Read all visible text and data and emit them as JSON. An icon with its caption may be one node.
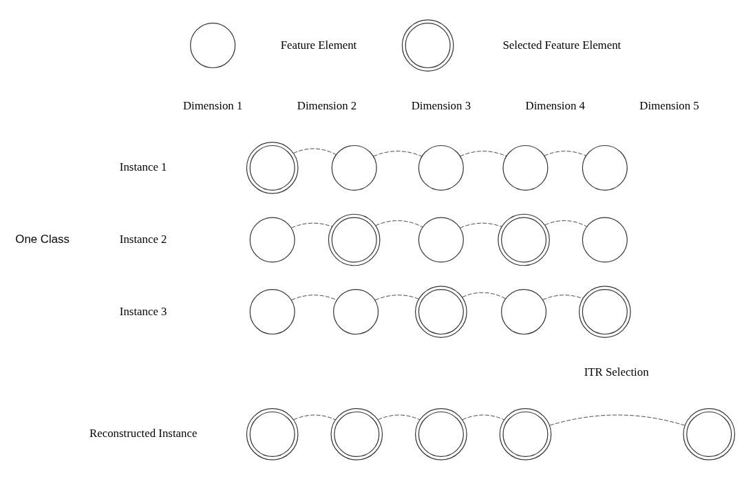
{
  "diagram": {
    "nodes": [
      {
        "text": [],
        "shape": "circle"
      },
      {
        "text": [],
        "shape": "ring"
      },
      {
        "text": [],
        "shape": "ring"
      },
      {
        "text": [],
        "shape": "circle"
      },
      {
        "text": [],
        "shape": "circle"
      },
      {
        "text": [],
        "shape": "circle"
      },
      {
        "text": [],
        "shape": "circle"
      },
      {
        "text": [],
        "shape": "circle"
      },
      {
        "text": [],
        "shape": "ring"
      },
      {
        "text": [],
        "shape": "circle"
      },
      {
        "text": [],
        "shape": "ring"
      },
      {
        "text": [],
        "shape": "circle"
      },
      {
        "text": [],
        "shape": "circle"
      },
      {
        "text": [],
        "shape": "circle"
      },
      {
        "text": [],
        "shape": "ring"
      },
      {
        "text": [],
        "shape": "circle"
      },
      {
        "text": [],
        "shape": "ring"
      },
      {
        "text": [],
        "shape": "ring"
      },
      {
        "text": [],
        "shape": "ring"
      },
      {
        "text": [],
        "shape": "ring"
      },
      {
        "text": [],
        "shape": "ring"
      },
      {
        "text": [],
        "shape": "ring"
      }
    ],
    "edges": [
      {
        "from": 2,
        "to": 3,
        "arrow": "none",
        "style": "dashed"
      },
      {
        "from": 3,
        "to": 4,
        "arrow": "none",
        "style": "dashed"
      },
      {
        "from": 4,
        "to": 5,
        "arrow": "none",
        "style": "dashed"
      },
      {
        "from": 5,
        "to": 6,
        "arrow": "none",
        "style": "dashed"
      },
      {
        "from": 7,
        "to": 8,
        "arrow": "none",
        "style": "dashed"
      },
      {
        "from": 8,
        "to": 9,
        "arrow": "none",
        "style": "dashed"
      },
      {
        "from": 9,
        "to": 10,
        "arrow": "none",
        "style": "dashed"
      },
      {
        "from": 10,
        "to": 11,
        "arrow": "none",
        "style": "dashed"
      },
      {
        "from": 12,
        "to": 13,
        "arrow": "none",
        "style": "dashed"
      },
      {
        "from": 13,
        "to": 14,
        "arrow": "none",
        "style": "dashed"
      },
      {
        "from": 14,
        "to": 15,
        "arrow": "none",
        "style": "dashed"
      },
      {
        "from": 15,
        "to": 16,
        "arrow": "none",
        "style": "dashed"
      },
      {
        "from": 17,
        "to": 18,
        "arrow": "none",
        "style": "dashed"
      },
      {
        "from": 18,
        "to": 19,
        "arrow": "none",
        "style": "dashed"
      },
      {
        "from": 19,
        "to": 20,
        "arrow": "none",
        "style": "dashed"
      },
      {
        "from": 20,
        "to": 21,
        "arrow": "none",
        "style": "dashed"
      }
    ],
    "labels": [
      "Dimension 1",
      "Dimension 2",
      "Dimension 3",
      "Dimension 4",
      "Dimension 5",
      "Instance 1",
      "One Class",
      "Instance 2",
      "Instance 3",
      "ITR Selection",
      "Reconstructed Instance"
    ],
    "legend": [
      {
        "text": "Feature Element"
      },
      {
        "text": "Selected Feature Element"
      }
    ]
  }
}
